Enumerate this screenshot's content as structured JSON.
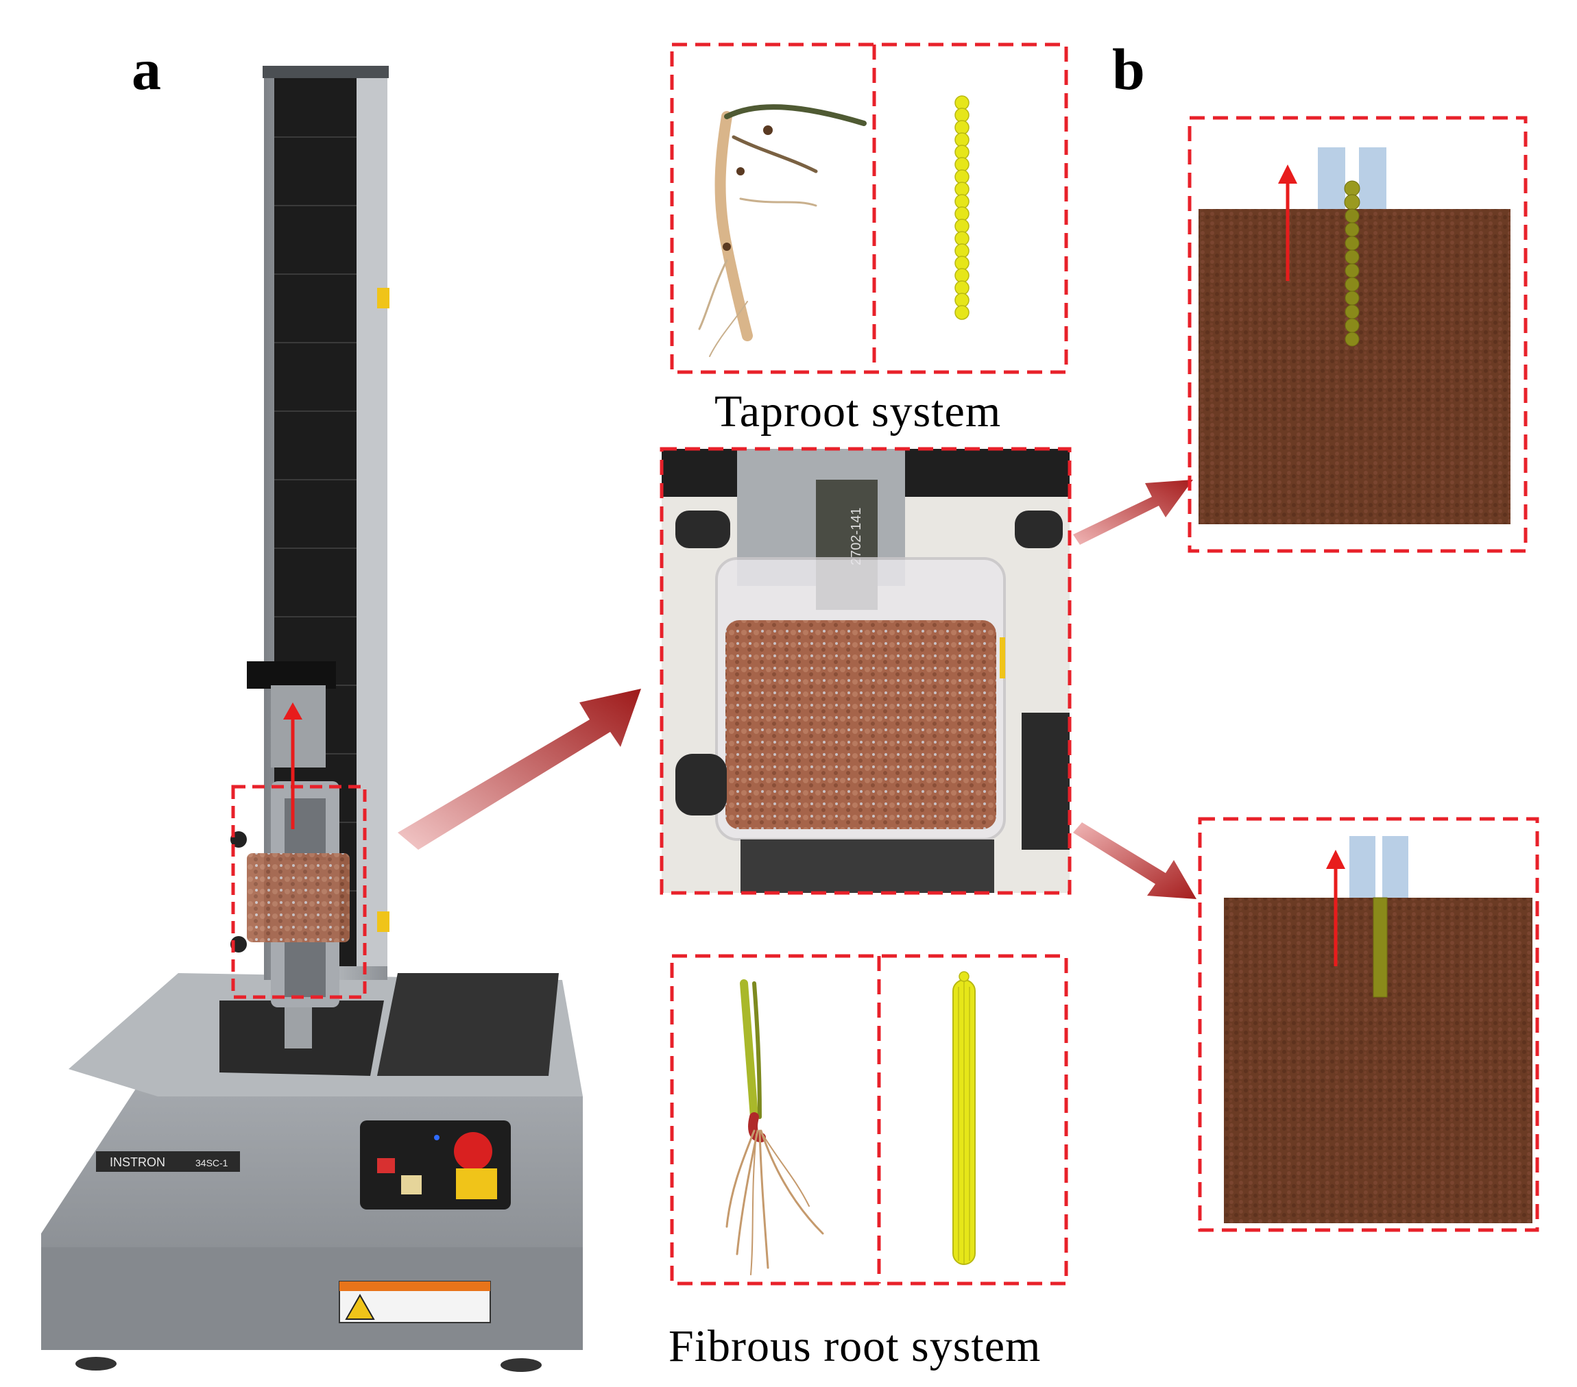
{
  "panels": {
    "a": "a",
    "b": "b"
  },
  "captions": {
    "taproot": "Taproot  system",
    "fibrous": "Fibrous  root  system"
  },
  "machine": {
    "brand": "INSTRON",
    "model": "34SC-1",
    "specimen_code": "2702-141"
  },
  "colors": {
    "dashed_box": "#e8212a",
    "arrow_red": "#e81c1c",
    "big_arrow": "#9e1a1a",
    "soil": "#6b3b24",
    "root_particle": "#e6e619",
    "root_in_soil": "#8a8a1a",
    "clamp": "#b9cfe6",
    "machine_gray": "#9a9ea3"
  },
  "icons": [
    "tensile-testing-machine",
    "taproot-photo",
    "fibrous-root-photo",
    "soil-container-photo",
    "dem-soil-model"
  ]
}
